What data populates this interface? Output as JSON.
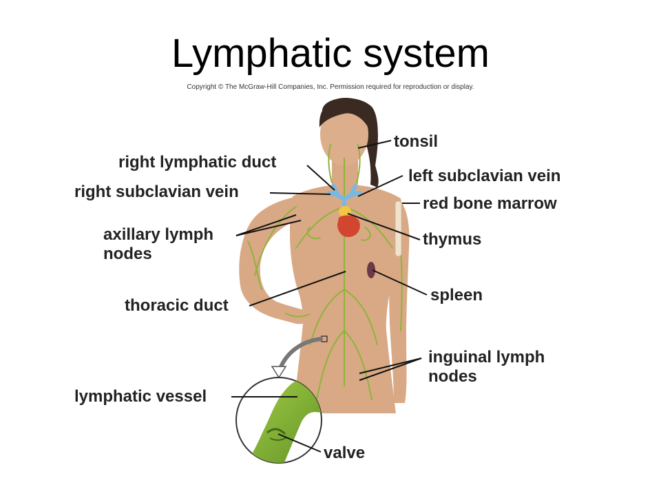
{
  "slide": {
    "title": "Lymphatic system",
    "copyright": "Copyright © The McGraw-Hill Companies, Inc. Permission required for reproduction or display."
  },
  "labels": {
    "tonsil": "tonsil",
    "right_lymphatic_duct": "right lymphatic duct",
    "left_subclavian_vein": "left subclavian vein",
    "right_subclavian_vein": "right subclavian vein",
    "red_bone_marrow": "red bone marrow",
    "axillary_lymph_nodes_1": "axillary lymph",
    "axillary_lymph_nodes_2": "nodes",
    "thymus": "thymus",
    "spleen": "spleen",
    "thoracic_duct": "thoracic duct",
    "inguinal_lymph_nodes_1": "inguinal lymph",
    "inguinal_lymph_nodes_2": "nodes",
    "lymphatic_vessel": "lymphatic vessel",
    "valve": "valve"
  },
  "colors": {
    "skin": "#d9a985",
    "lymph_vessel": "#8fb33a",
    "vein": "#7ab8e0",
    "heart": "#d2452e",
    "hair": "#3a2a22",
    "leader_line": "#111111"
  }
}
